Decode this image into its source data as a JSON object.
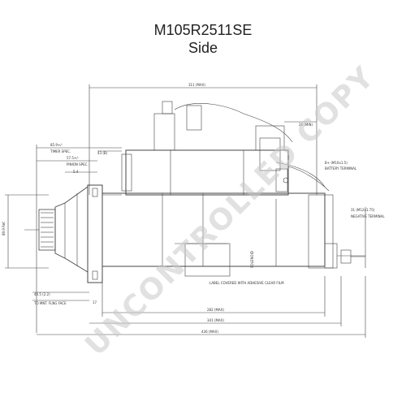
{
  "title": "M105R2511SE",
  "subtitle": "Side",
  "watermark": "UNCONTROLLED COPY",
  "dimensions": {
    "top_overall": "311 (MAX)",
    "d_left_1": "85.9+/-",
    "d_left_1_sub": "TIMER SPEC.",
    "d_left_2": "57.5+/-",
    "d_left_2_sub": "PINION SPEC.",
    "d_left_3": "5.4",
    "d_mid": "43 (B)",
    "d_right_top": "26 (MIN)",
    "battery": "B+ (M10x1.5)",
    "battery_sub": "BATTERY TERMINAL",
    "negative": "31 (M12x1.75)",
    "negative_sub": "NEGATIVE TERMINAL",
    "left_vertical": "89.9 Ref.",
    "bottom_note": "LABEL COVERED WITH ADHESIVE CLEAR FILM",
    "bottom_left_1": "40.5 (2.2)",
    "bottom_left_2": "TO MNT. FLNG FACE",
    "bottom_1": "282 (MAX)",
    "bottom_2": "341 (MAX)",
    "bottom_3": "436 (MAX)",
    "small_1": "17",
    "side_label": "SOLENOID"
  },
  "colors": {
    "line": "#444444",
    "watermark": "#c9c9c9",
    "text": "#222222"
  }
}
